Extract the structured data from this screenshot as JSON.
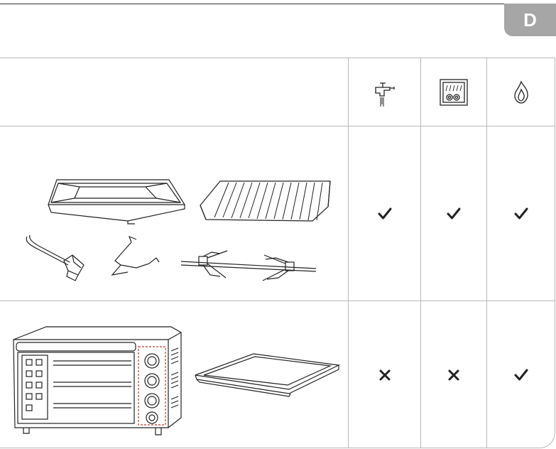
{
  "page": {
    "language_tab": "D"
  },
  "table": {
    "header_icons": [
      "tap-water-icon",
      "dishwasher-icon",
      "flame-icon"
    ],
    "rows": [
      {
        "items": [
          "baking-tray-illustration",
          "wire-rack-illustration",
          "tray-handle-illustration",
          "rotisserie-fork-holder-illustration",
          "rotisserie-spit-illustration"
        ],
        "tap": "check",
        "dishwasher": "check",
        "flame": "check"
      },
      {
        "items": [
          "oven-body-illustration",
          "crumb-tray-illustration"
        ],
        "tap": "cross",
        "dishwasher": "cross",
        "flame": "check"
      }
    ]
  },
  "colors": {
    "line": "#b8b8b8",
    "ink": "#222222",
    "tab": "#a6a6a6"
  }
}
